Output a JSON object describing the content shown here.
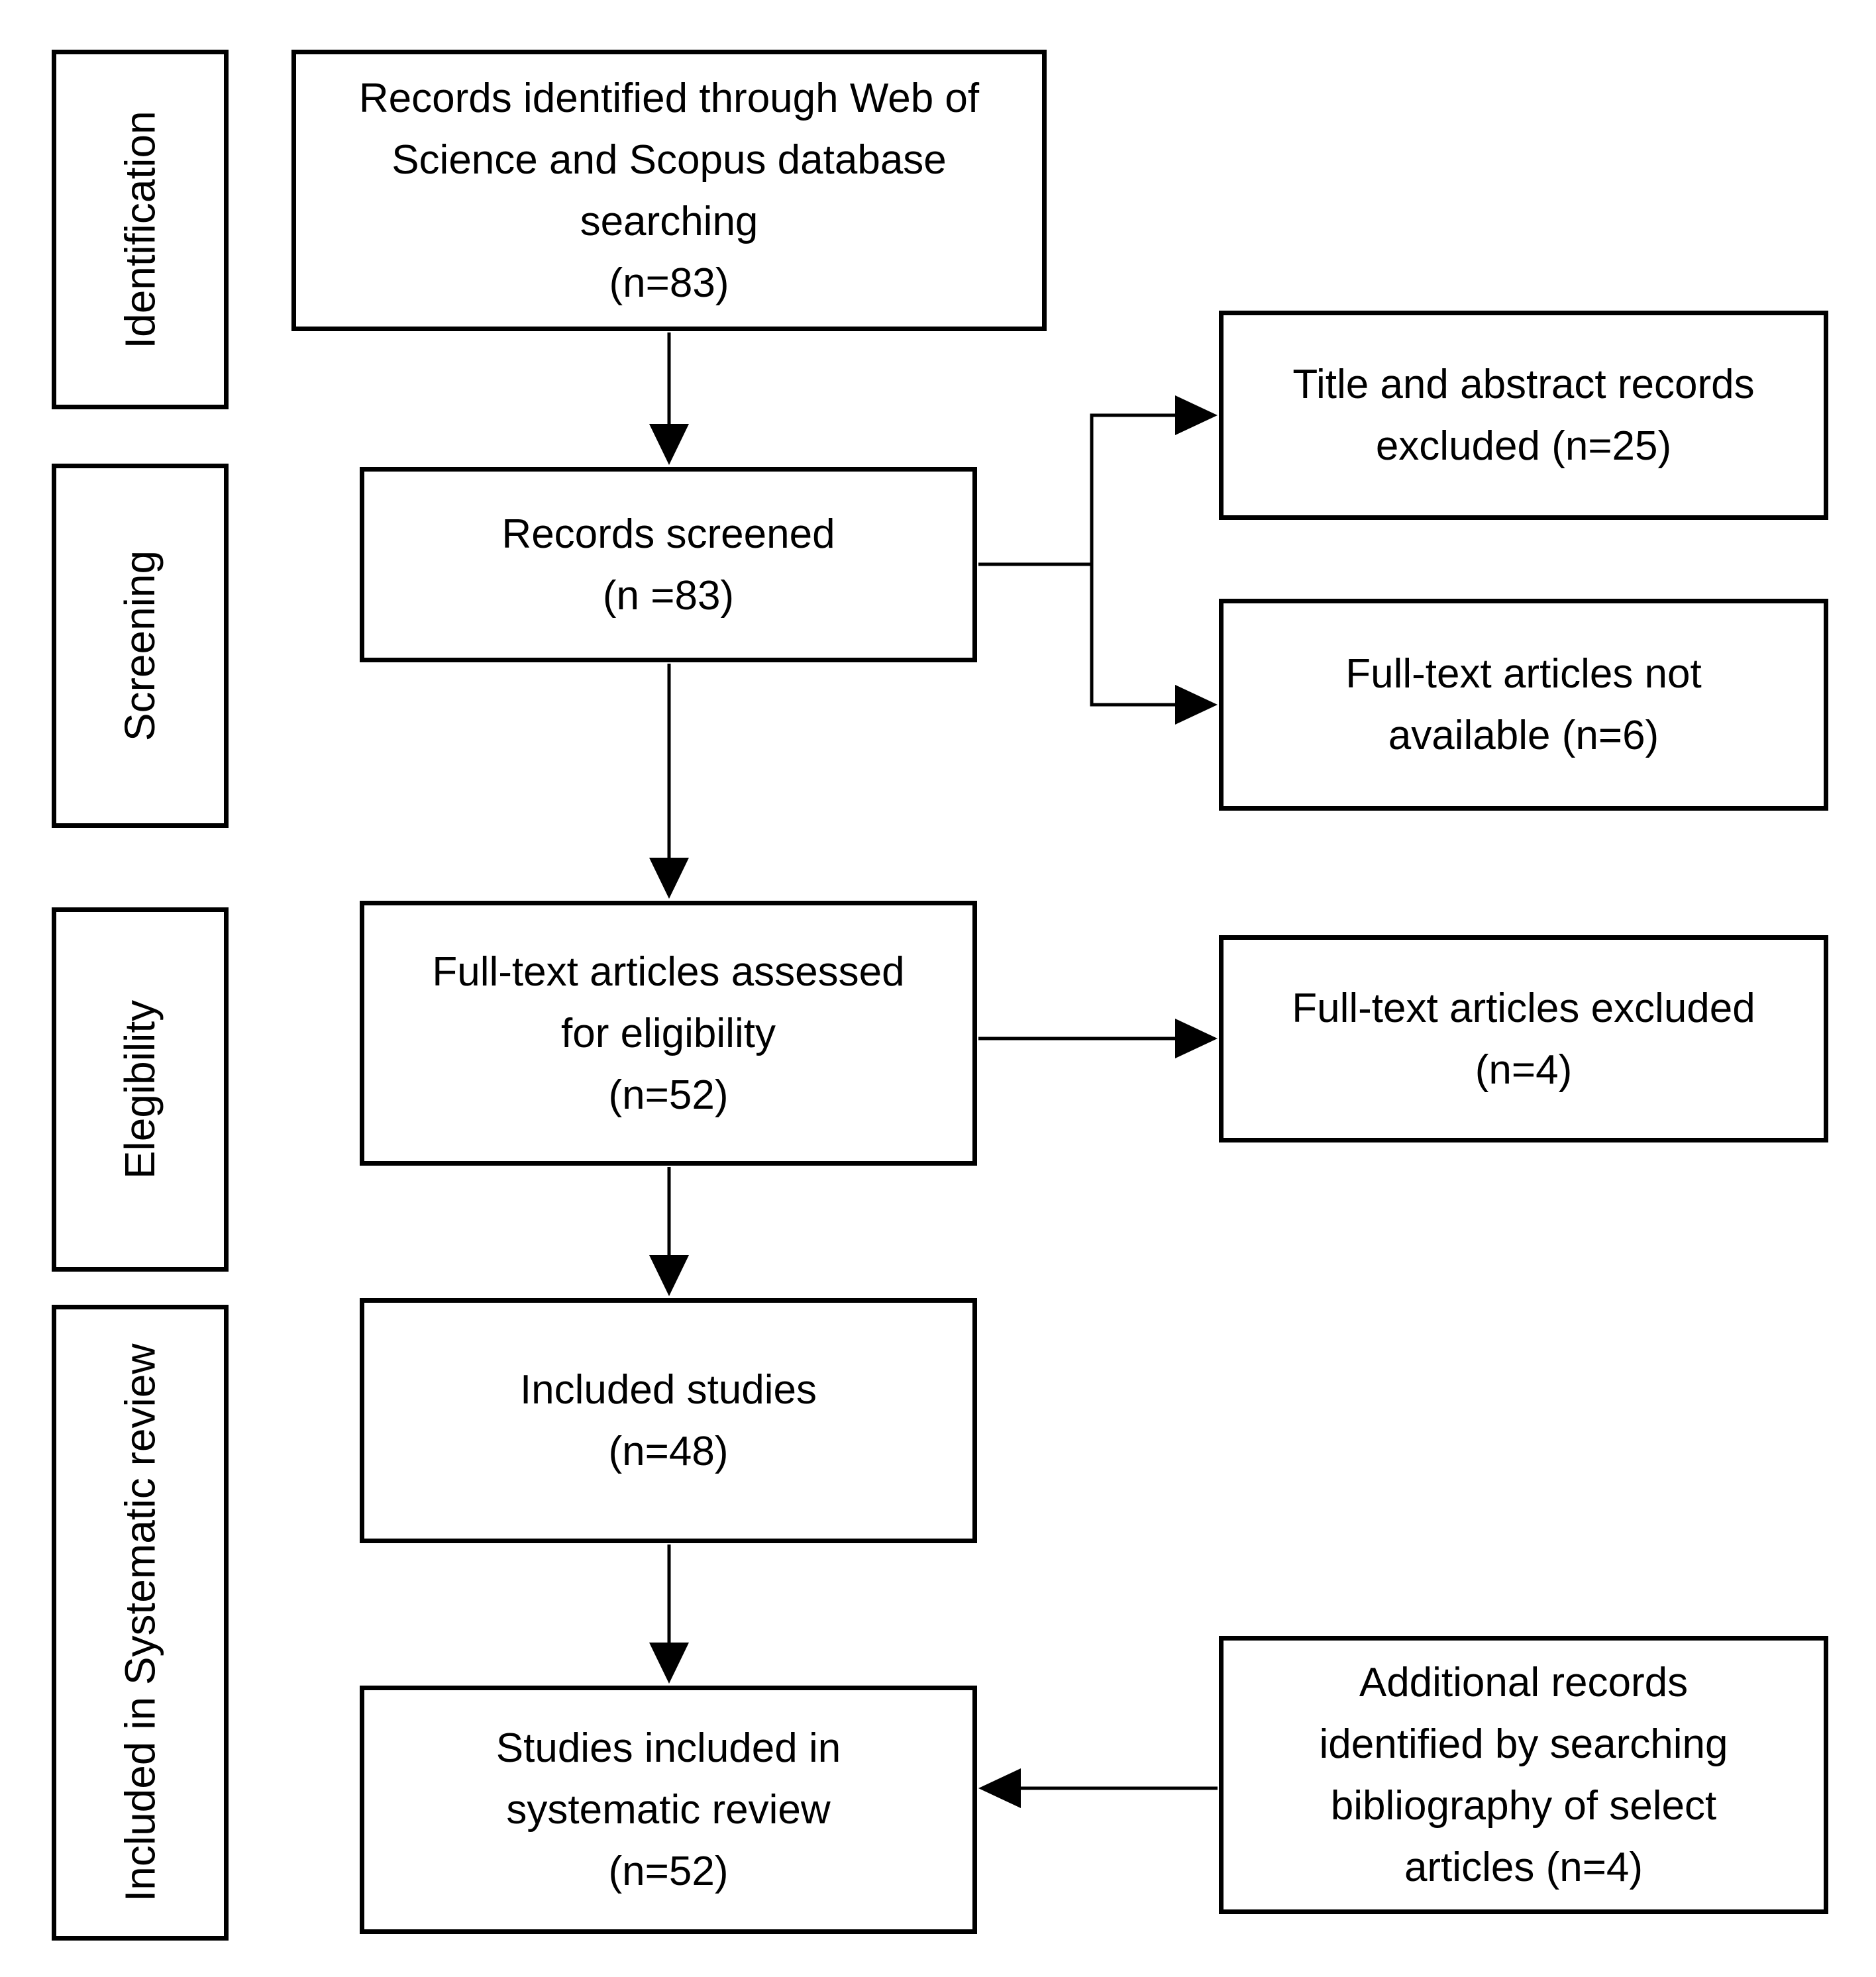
{
  "diagram": {
    "colors": {
      "line": "#000000",
      "background": "#ffffff",
      "text": "#000000"
    },
    "stages": [
      {
        "label": "Identification"
      },
      {
        "label": "Screening"
      },
      {
        "label": "Elegibility"
      },
      {
        "label": "Included in Systematic review"
      }
    ],
    "main_flow": [
      {
        "lines": [
          "Records identified through Web of",
          "Science and Scopus database",
          "searching",
          "(n=83)"
        ]
      },
      {
        "lines": [
          "Records screened",
          "(n =83)"
        ]
      },
      {
        "lines": [
          "Full-text articles assessed",
          "for eligibility",
          "(n=52)"
        ]
      },
      {
        "lines": [
          "Included studies",
          "(n=48)"
        ]
      },
      {
        "lines": [
          "Studies included in",
          "systematic review",
          "(n=52)"
        ]
      }
    ],
    "side_boxes": [
      {
        "lines": [
          "Title and abstract records",
          "excluded (n=25)"
        ]
      },
      {
        "lines": [
          "Full-text articles not",
          "available (n=6)"
        ]
      },
      {
        "lines": [
          "Full-text articles excluded",
          "(n=4)"
        ]
      },
      {
        "lines": [
          "Additional records",
          "identified by searching",
          "bibliography of select",
          "articles (n=4)"
        ]
      }
    ]
  }
}
